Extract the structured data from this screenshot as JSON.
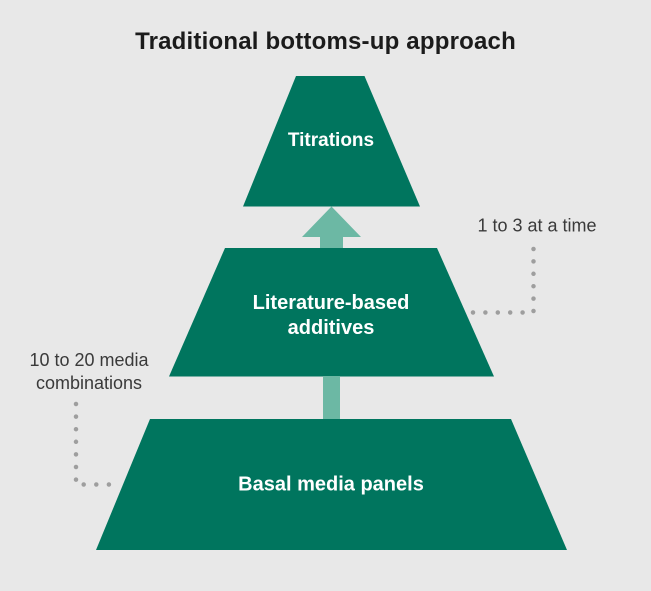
{
  "title": "Traditional bottoms-up approach",
  "pyramid": {
    "tiers": [
      {
        "name": "titrations",
        "lines": [
          "Titrations"
        ]
      },
      {
        "name": "literature-based-additives",
        "lines": [
          "Literature-based",
          "additives"
        ]
      },
      {
        "name": "basal-media-panels",
        "lines": [
          "Basal media panels"
        ]
      }
    ]
  },
  "annotations": {
    "right": {
      "text": "1 to 3 at a time"
    },
    "left": {
      "line1": "10 to 20 media",
      "line2": "combinations"
    }
  },
  "colors": {
    "background": "#e8e8e8",
    "tier_green": "#00755e",
    "arrow_green": "#6cb8a4",
    "dot_gray": "#9e9e9e",
    "title_text": "#1b1b1b",
    "annotation_text": "#3a3a3a",
    "tier_label_text": "#ffffff"
  }
}
